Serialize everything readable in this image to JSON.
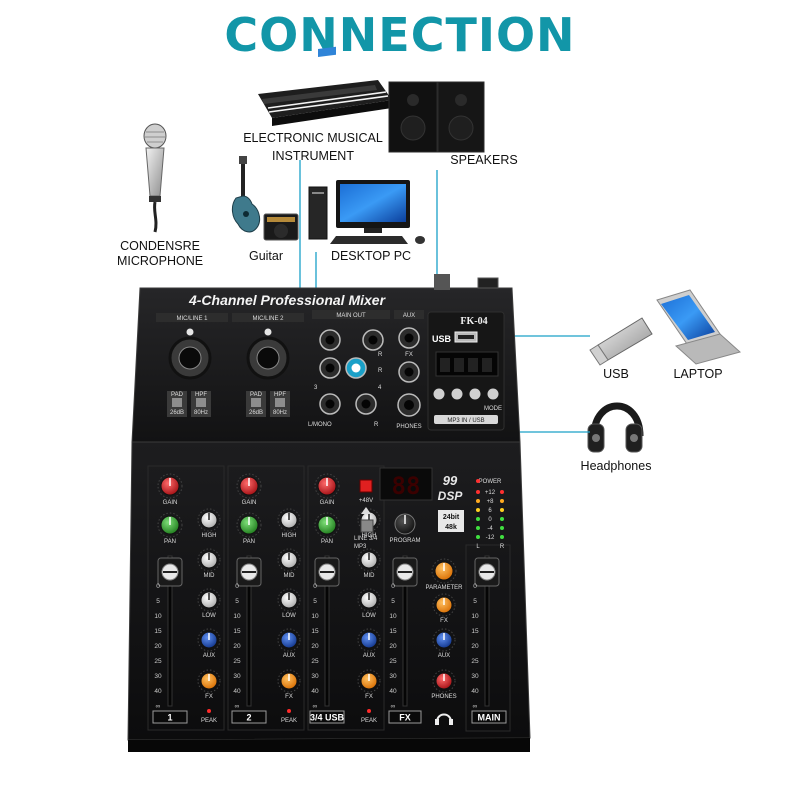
{
  "title": "CONNECTION",
  "colors": {
    "accent": "#1296a8",
    "line": "#1aa0c8",
    "panel": "#1c1c1e"
  },
  "labels": {
    "instrument_1": "ELECTRONIC MUSICAL",
    "instrument_2": "INSTRUMENT",
    "speakers": "SPEAKERS",
    "mic_1": "CONDENSRE",
    "mic_2": "MICROPHONE",
    "guitar": "Guitar",
    "desktop": "DESKTOP PC",
    "usb": "USB",
    "laptop": "LAPTOP",
    "headphones": "Headphones"
  },
  "mixer": {
    "name": "4-Channel Professional Mixer",
    "model": "FK-04",
    "usb": "USB",
    "mic_line_1": "MIC/LINE 1",
    "mic_line_2": "MIC/LINE 2",
    "main_out": "MAIN OUT",
    "aux": "AUX",
    "fx": "FX",
    "phones": "PHONES",
    "l_mono": "L/MONO",
    "r": "R",
    "n3": "3",
    "n4": "4",
    "pad": "PAD",
    "pad_val": "26dB",
    "hpf": "HPF",
    "hpf_val": "80Hz",
    "mode": "MODE",
    "mp3_usb": "MP3 IN / USB",
    "dsp_code": "99",
    "dsp": "DSP",
    "bits_1": "24bit",
    "bits_2": "48k",
    "plus48": "+48V",
    "line34": "LINE 3/4",
    "mp3": "MP3",
    "program": "PROGRAM",
    "parameter": "PARAMETER",
    "phones_knob": "PHONES",
    "power": "POWER",
    "meter": [
      "+12",
      "+8",
      "6",
      "0",
      "-4",
      "-12"
    ],
    "knob_labels": {
      "gain": "GAIN",
      "pan": "PAN",
      "high": "HIGH",
      "mid": "MID",
      "low": "LOW",
      "aux": "AUX",
      "fx": "FX",
      "peak": "PEAK"
    },
    "fader_scale": [
      "0",
      "5",
      "10",
      "15",
      "20",
      "25",
      "30",
      "40",
      "∞"
    ],
    "channels": [
      "1",
      "2",
      "3/4 USB",
      "FX",
      "MAIN"
    ]
  }
}
